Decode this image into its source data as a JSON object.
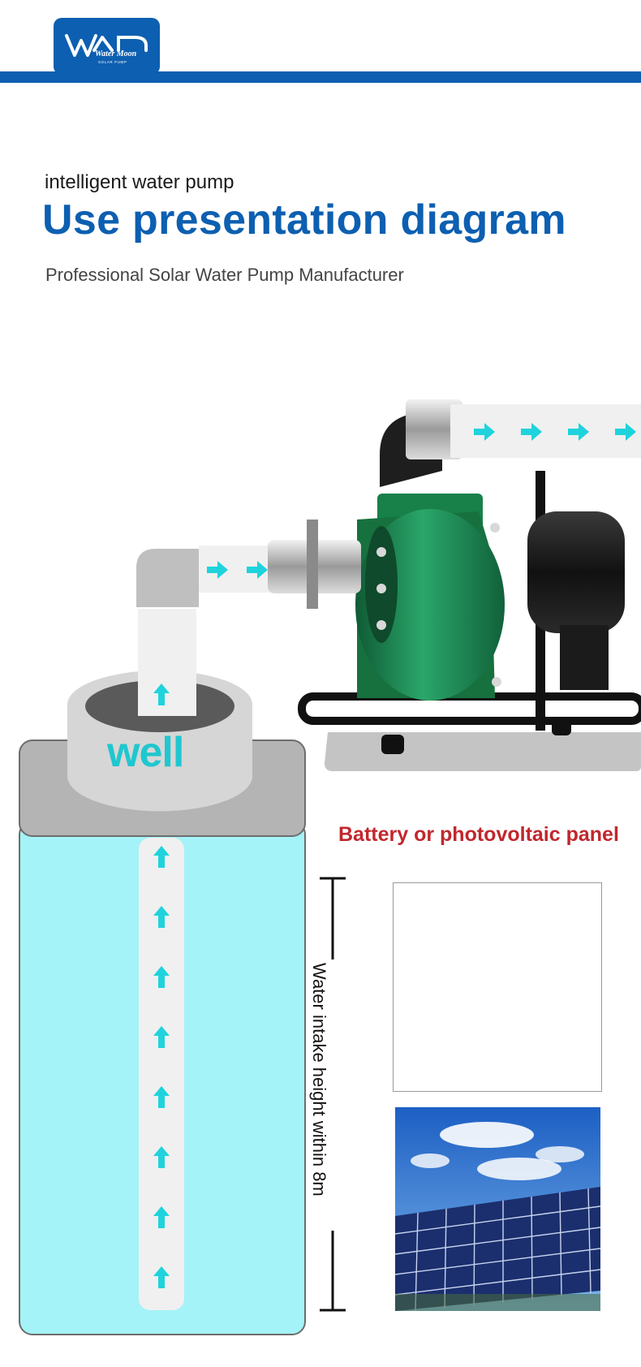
{
  "header": {
    "logo": {
      "monogram": "WMP",
      "brand": "Water Moon",
      "sub": "SOLAR PUMP"
    }
  },
  "intro": {
    "kicker": "intelligent water pump",
    "title": "Use presentation diagram",
    "subtitle": "Professional Solar Water Pump Manufacturer"
  },
  "diagram": {
    "well_label": "well",
    "power_label": "Battery or photovoltaic panel",
    "height_label": "Water intake height within 8m"
  },
  "colors": {
    "brand_blue": "#0d5fb1",
    "well_water": "#a4f3f8",
    "flow_arrow": "#1fd3dc",
    "pump_green": "#1e8a53",
    "label_red": "#c1272d"
  },
  "icons": [
    "flow-arrow-right-icon",
    "flow-arrow-up-icon",
    "lightning-bolt-icon"
  ]
}
